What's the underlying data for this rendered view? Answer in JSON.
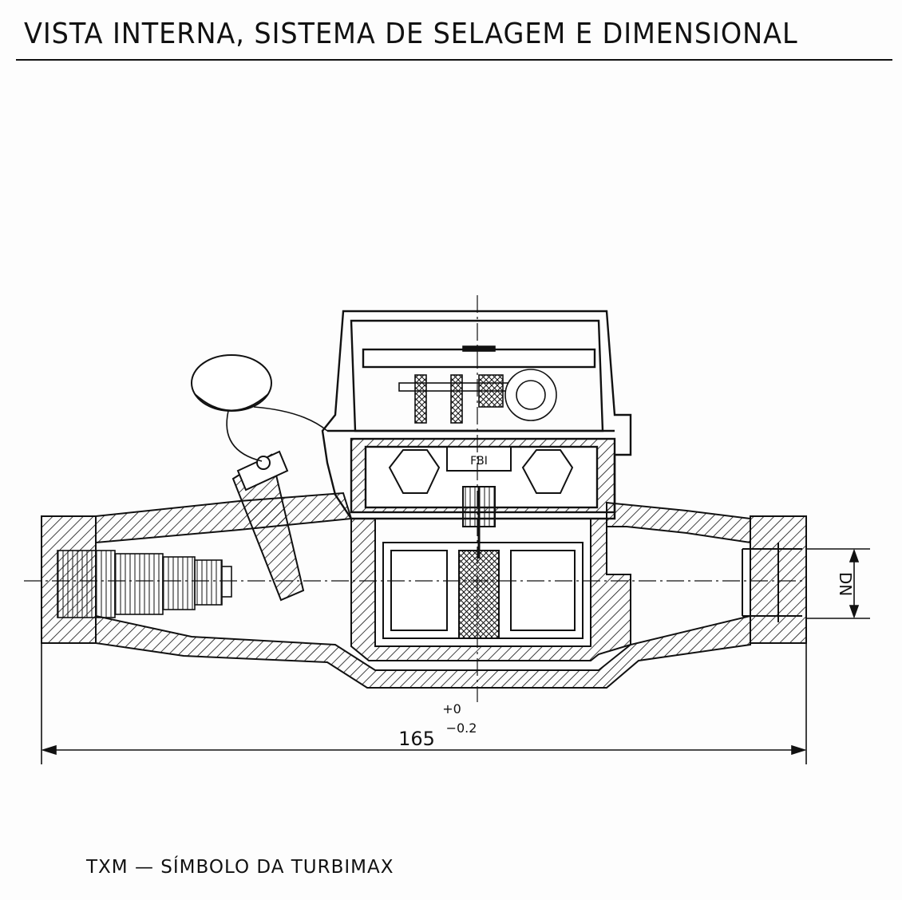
{
  "title": "VISTA INTERNA, SISTEMA DE SELAGEM E DIMENSIONAL",
  "caption": "TXM — SÍMBOLO DA TURBIMAX",
  "drawing": {
    "length_label": "165",
    "tol_upper": "+0",
    "tol_lower": "−0.2",
    "dn_label": "DN",
    "nameplate": "FBI"
  },
  "colors": {
    "ink": "#111111",
    "paper": "#fdfdfd"
  }
}
